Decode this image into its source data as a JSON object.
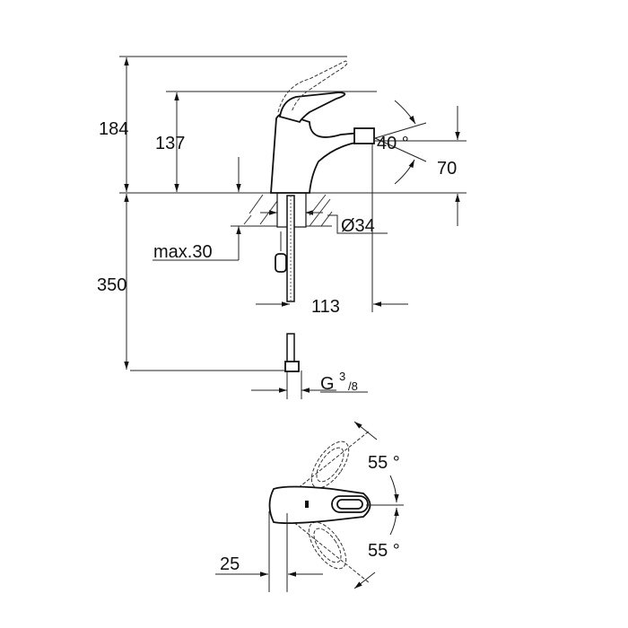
{
  "drawing": {
    "side_view": {
      "total_height": "184",
      "spout_height": "137",
      "spray_angle": "40 °",
      "spout_to_deck": "70",
      "hole_diameter": "Ø34",
      "max_deck_thickness": "max.30",
      "hose_length": "350",
      "spout_reach": "113",
      "connection_thread": "G",
      "connection_thread_num": "3",
      "connection_thread_den": "/8"
    },
    "top_view": {
      "lever_angle_left": "55 °",
      "lever_angle_right": "55 °",
      "offset": "25"
    }
  }
}
